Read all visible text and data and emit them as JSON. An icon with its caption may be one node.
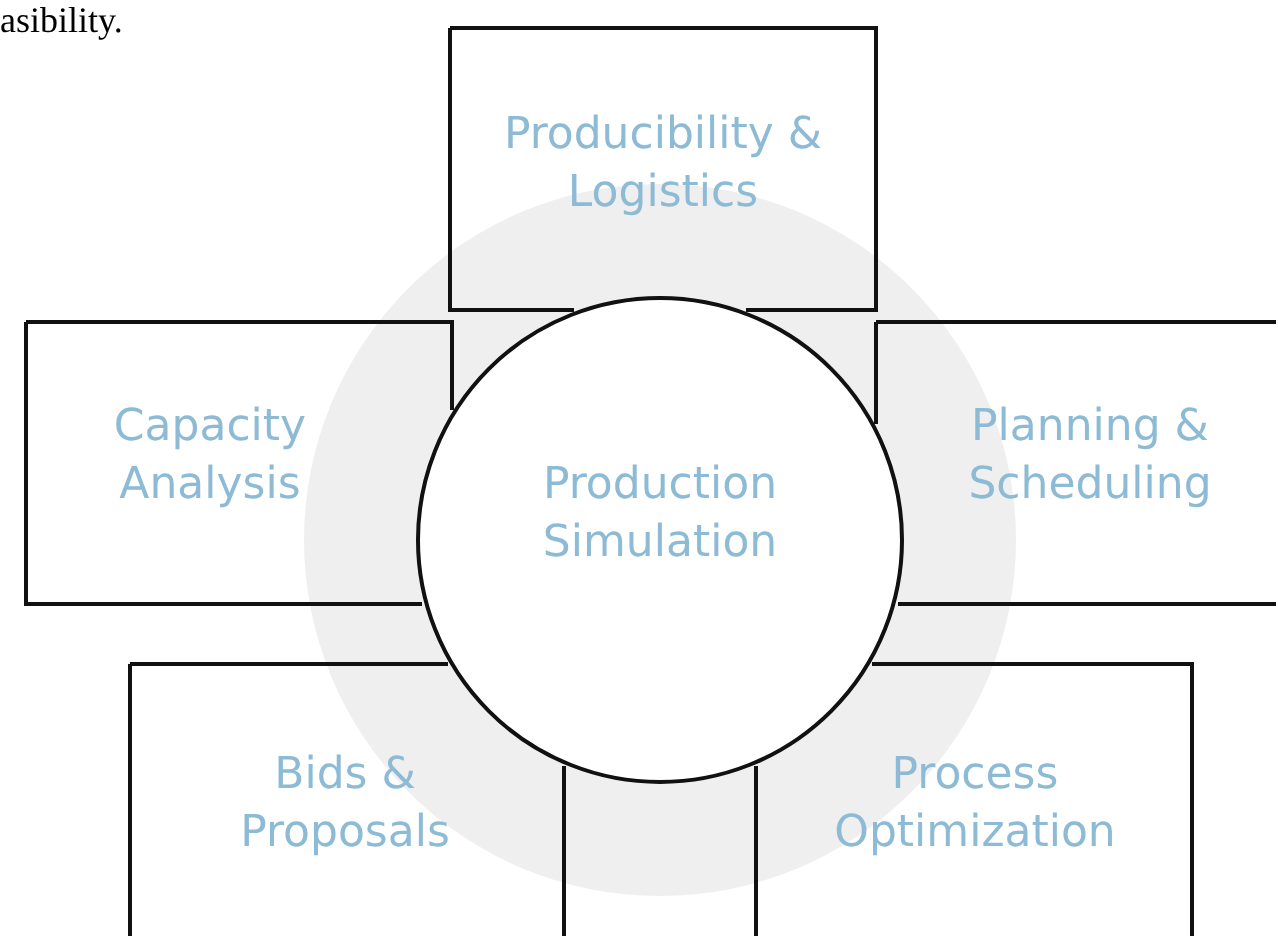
{
  "diagram": {
    "nodes": [
      {
        "text": [
          "Producibility & Logistics"
        ]
      },
      {
        "text": [
          "Capacity Analysis"
        ]
      },
      {
        "text": [
          "Planning & Scheduling"
        ]
      },
      {
        "text": [
          "Bids & Proposals"
        ]
      },
      {
        "text": [],
        "shape": "box"
      },
      {
        "text": [
          "Process Optimization"
        ]
      },
      {
        "text": [
          "Production Simulation"
        ]
      }
    ],
    "labels": [
      "asibility."
    ]
  }
}
